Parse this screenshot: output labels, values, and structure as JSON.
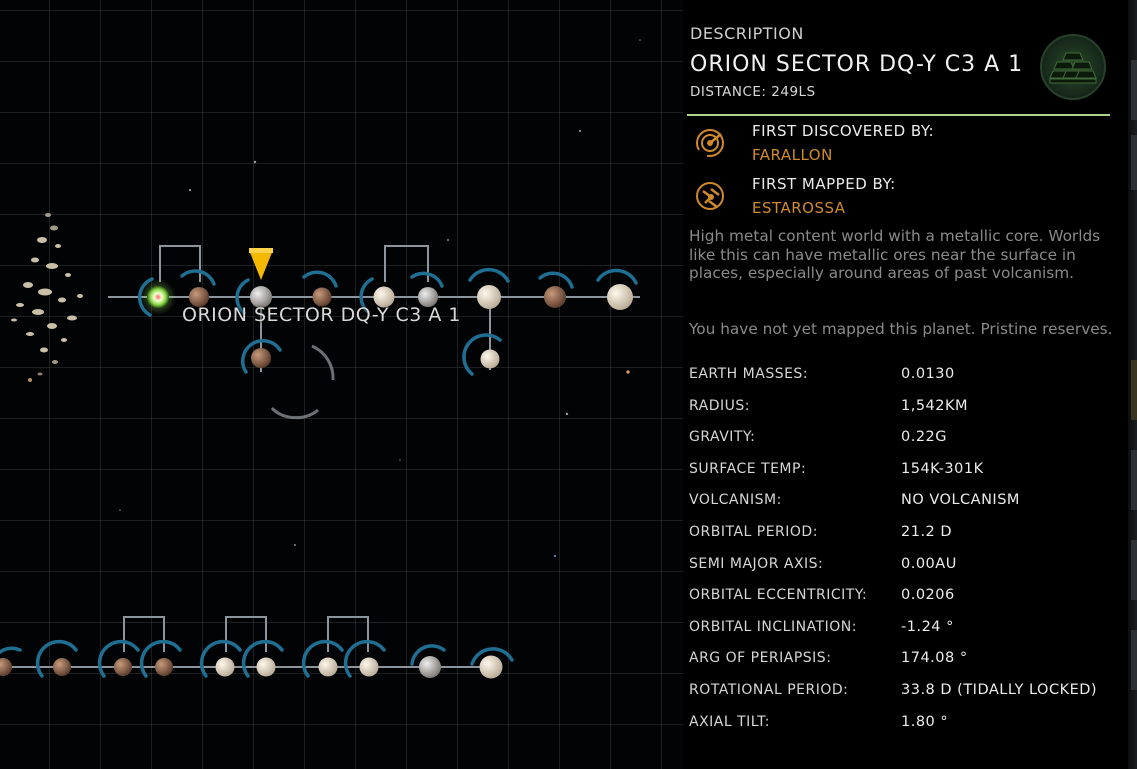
{
  "map": {
    "selected_label": "ORION SECTOR DQ-Y C3 A 1"
  },
  "panel": {
    "section_title": "DESCRIPTION",
    "planet_name": "ORION SECTOR DQ-Y C3 A 1",
    "distance": "DISTANCE: 249LS",
    "first_discovered_label": "FIRST DISCOVERED BY:",
    "first_discovered_by": "FARALLON",
    "first_mapped_label": "FIRST MAPPED BY:",
    "first_mapped_by": "ESTAROSSA",
    "description": "High metal content world with a metallic core. Worlds like this can have metallic ores near the surface in places, especially around areas of past volcanism.",
    "mapping_status": "You have not yet mapped this planet. Pristine reserves.",
    "stats": [
      {
        "label": "EARTH MASSES:",
        "value": "0.0130"
      },
      {
        "label": "RADIUS:",
        "value": "1,542KM"
      },
      {
        "label": "GRAVITY:",
        "value": "0.22G"
      },
      {
        "label": "SURFACE TEMP:",
        "value": "154K-301K"
      },
      {
        "label": "VOLCANISM:",
        "value": "NO VOLCANISM"
      },
      {
        "label": "ORBITAL PERIOD:",
        "value": "21.2 D"
      },
      {
        "label": "SEMI MAJOR AXIS:",
        "value": "0.00AU"
      },
      {
        "label": "ORBITAL ECCENTRICITY:",
        "value": "0.0206"
      },
      {
        "label": "ORBITAL INCLINATION:",
        "value": "-1.24 °"
      },
      {
        "label": "ARG OF PERIAPSIS:",
        "value": "174.08 °"
      },
      {
        "label": "ROTATIONAL PERIOD:",
        "value": "33.8 D (TIDALLY LOCKED)"
      },
      {
        "label": "AXIAL TILT:",
        "value": "1.80 °"
      }
    ]
  },
  "colors": {
    "accent_orange": "#d08a2c",
    "accent_green": "#a8d58a",
    "orbit_blue": "#1f6f93",
    "selection_marker": "#f5b800"
  },
  "icons": {
    "discovered": "discovery-scan-icon",
    "mapped": "mapping-probe-icon",
    "badge": "metal-ingots-icon",
    "marker": "selection-marker-icon"
  }
}
